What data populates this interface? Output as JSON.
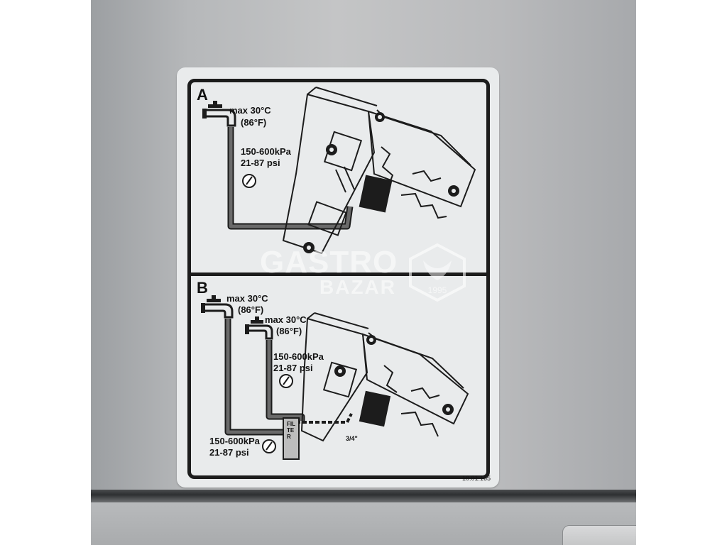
{
  "sticker": {
    "section_a": {
      "label": "A",
      "max_temp": "max 30°C",
      "max_temp_f": "(86°F)",
      "pressure_kpa": "150-600kPa",
      "pressure_psi": "21-87 psi"
    },
    "section_b": {
      "label": "B",
      "tap1_max_temp": "max 30°C",
      "tap1_max_temp_f": "(86°F)",
      "tap2_max_temp": "max 30°C",
      "tap2_max_temp_f": "(86°F)",
      "pressure_upper_kpa": "150-600kPa",
      "pressure_upper_psi": "21-87 psi",
      "pressure_lower_kpa": "150-600kPa",
      "pressure_lower_psi": "21-87 psi",
      "filter_label": "FILTER",
      "fitting_size": "3/4\""
    },
    "code": "10.01.165"
  },
  "watermark": {
    "line1": "GASTRO",
    "line2": "BAZAR",
    "year": "1995"
  },
  "colors": {
    "steel": "#b6b8ba",
    "sticker_bg": "#e9ebec",
    "ink": "#1c1c1c",
    "hose": "#5e5e5e"
  }
}
